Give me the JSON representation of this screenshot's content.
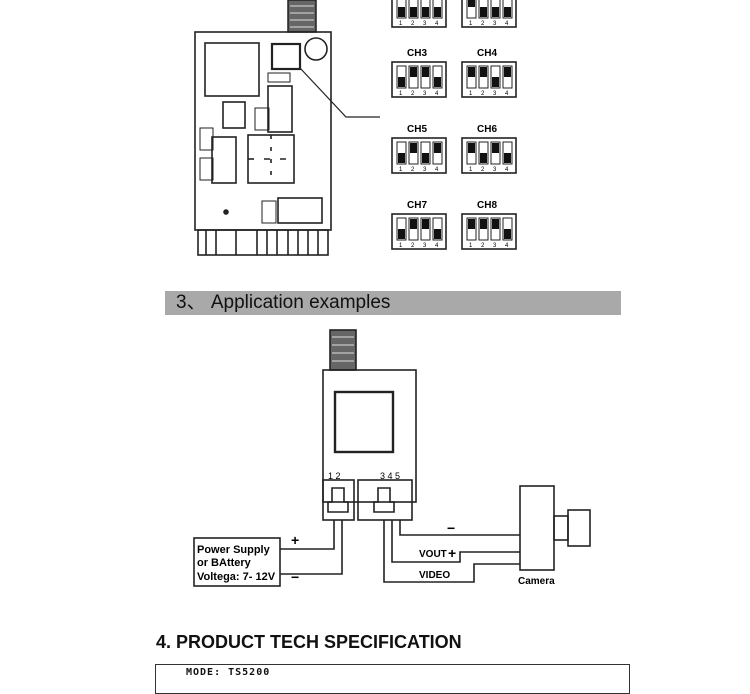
{
  "dip_switches": {
    "bit_labels": [
      "1",
      "2",
      "3",
      "4"
    ],
    "channels": [
      {
        "label": "",
        "on": [
          0,
          0,
          0,
          0
        ]
      },
      {
        "label": "",
        "on": [
          1,
          0,
          0,
          0
        ]
      },
      {
        "label": "CH3",
        "on": [
          0,
          1,
          1,
          0
        ]
      },
      {
        "label": "CH4",
        "on": [
          1,
          1,
          0,
          1
        ]
      },
      {
        "label": "CH5",
        "on": [
          0,
          1,
          0,
          1
        ]
      },
      {
        "label": "CH6",
        "on": [
          1,
          0,
          1,
          0
        ]
      },
      {
        "label": "CH7",
        "on": [
          0,
          1,
          1,
          0
        ]
      },
      {
        "label": "CH8",
        "on": [
          1,
          1,
          1,
          0
        ]
      }
    ]
  },
  "section3": {
    "title": "3、 Application examples"
  },
  "application_diagram": {
    "pins_left": "1 2",
    "pins_right": "3 4 5",
    "power_label_lines": [
      "Power Supply",
      "or BAttery",
      "Voltega: 7- 12V"
    ],
    "plus_sign": "+",
    "minus_sign": "−",
    "vout_label": "VOUT",
    "video_label": "VIDEO",
    "camera_label": "Camera"
  },
  "section4": {
    "title": "4. PRODUCT TECH SPECIFICATION",
    "first_row": "MODE: TS5200"
  }
}
